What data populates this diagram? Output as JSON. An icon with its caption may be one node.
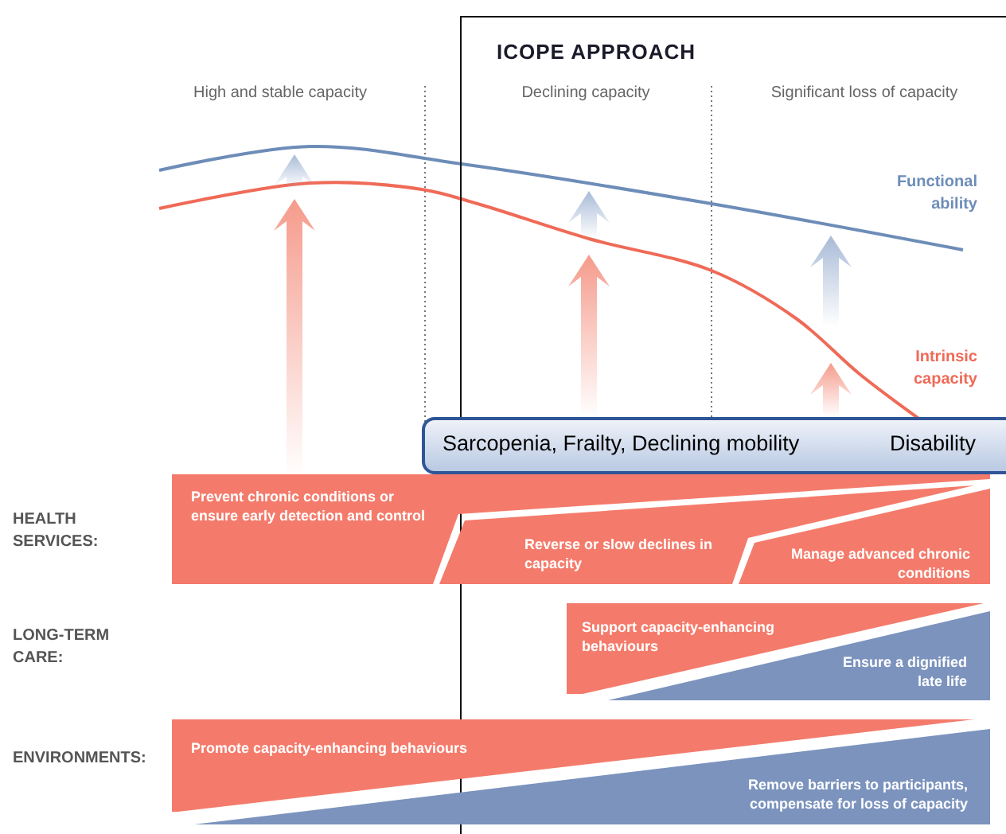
{
  "diagram": {
    "nodes": [
      {
        "text": [
          "ICOPE APPROACH"
        ]
      },
      {
        "text": [
          "Sarcopenia, Frailty, Declining mobility",
          "Disability"
        ]
      },
      {
        "text": [
          "Prevent chronic conditions or ensure early detection and control"
        ]
      },
      {
        "text": [
          "Reverse or slow declines in capacity"
        ],
        "in": 0
      },
      {
        "text": [
          "Manage advanced chronic conditions"
        ],
        "in": 0
      },
      {
        "text": [
          "Support capacity-enhancing behaviours"
        ],
        "in": 0
      },
      {
        "text": [
          "Ensure a dignified late life"
        ],
        "in": 0
      },
      {
        "text": [
          "Promote capacity-enhancing behaviours"
        ]
      },
      {
        "text": [
          "Remove barriers to participants, compensate for loss of capacity"
        ]
      }
    ],
    "labels": [
      "High and stable capacity",
      "Declining capacity",
      "Significant loss of capacity",
      "Functional ability",
      "Intrinsic capacity",
      "HEALTH SERVICES:",
      "LONG-TERM CARE:",
      "ENVIRONMENTS:"
    ]
  }
}
